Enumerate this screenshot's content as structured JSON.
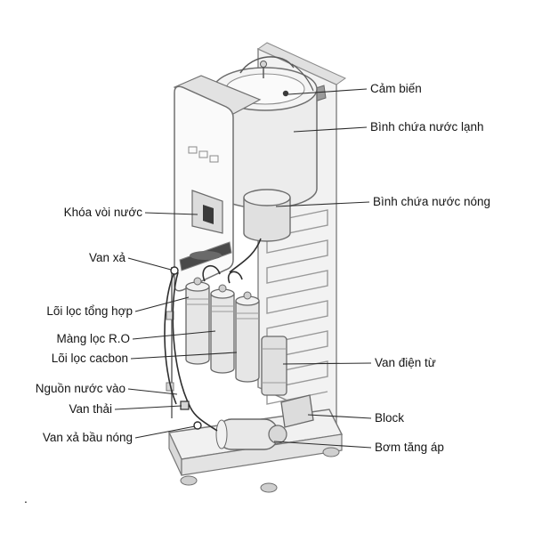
{
  "diagram": {
    "title": "Water purifier internal parts diagram",
    "colors": {
      "background": "#ffffff",
      "line": "#2b2b2b",
      "machine_stroke": "#6f6f6f",
      "machine_fill": "#ececec",
      "dark_part": "#3a3a3a"
    },
    "labels": {
      "cam_bien": "Cảm biến",
      "binh_chua_nuoc_lanh": "Bình chứa nước lạnh",
      "binh_chua_nuoc_nong": "Bình chứa nước nóng",
      "van_dien_tu": "Van điện từ",
      "block": "Block",
      "bom_tang_ap": "Bơm tăng áp",
      "khoa_voi_nuoc": "Khóa vòi nước",
      "van_xa": "Van xả",
      "loi_loc_tong_hop": "Lõi lọc tổng hợp",
      "mang_loc_ro": "Màng lọc R.O",
      "loi_loc_cacbon": "Lõi lọc cacbon",
      "nguon_nuoc_vao": "Nguồn nước vào",
      "van_thai": "Van thải",
      "van_xa_bau_nong": "Van xả bầu nóng",
      "footnote_dot": "."
    }
  }
}
